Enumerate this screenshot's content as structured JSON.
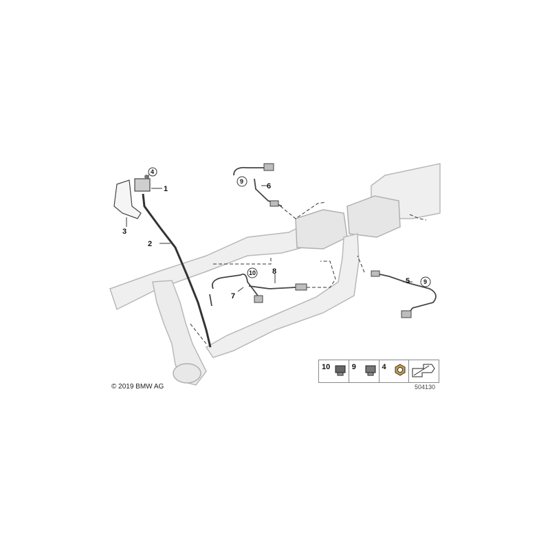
{
  "parts": {
    "p1": "1",
    "p2": "2",
    "p3": "3",
    "p4": "4",
    "p5": "5",
    "p6": "6",
    "p7": "7",
    "p8": "8",
    "p9a": "9",
    "p9b": "9",
    "p10": "10"
  },
  "legend": [
    {
      "num": "10",
      "icon": "cable-clip-icon"
    },
    {
      "num": "9",
      "icon": "cable-clip-icon"
    },
    {
      "num": "4",
      "icon": "hex-nut-icon"
    },
    {
      "num": "",
      "icon": "arrow-direction-icon"
    }
  ],
  "copyright": "© 2019 BMW AG",
  "doc_id": "504130",
  "colors": {
    "exhaust_fill": "#efefef",
    "exhaust_stroke": "#b8b8b8",
    "part_stroke": "#444444"
  }
}
